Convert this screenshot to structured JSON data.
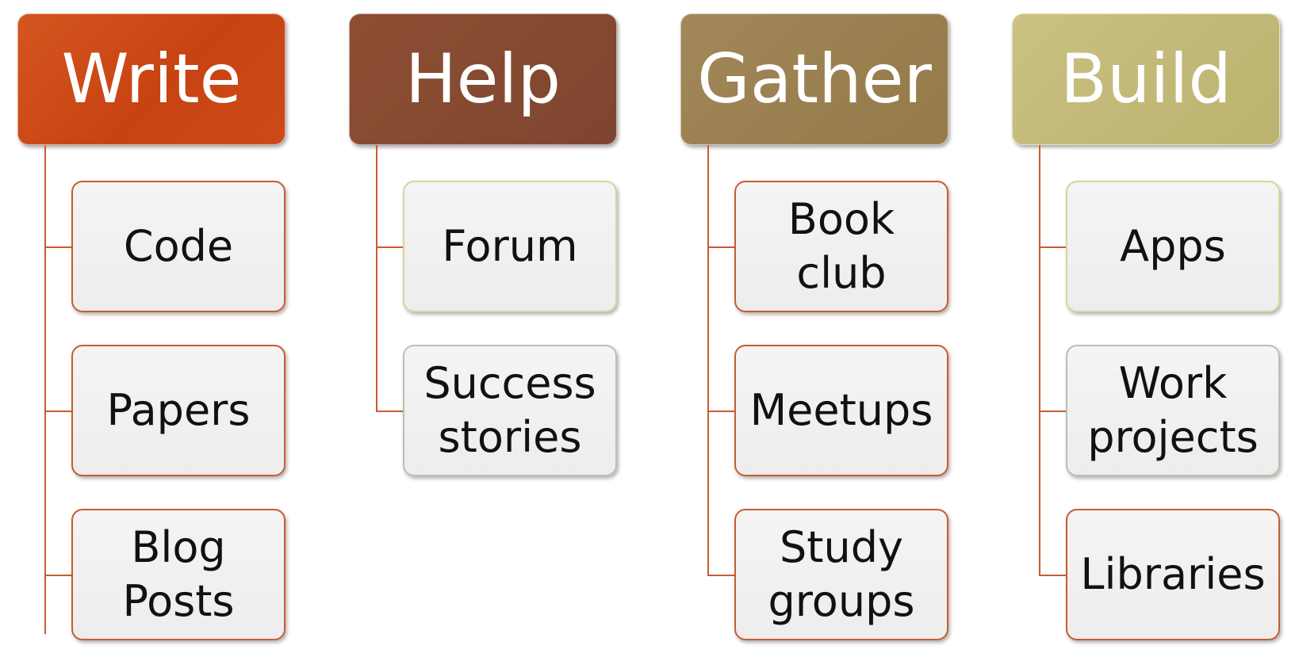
{
  "groups": [
    {
      "title": "Write",
      "items": [
        "Code",
        "Papers",
        "Blog\nPosts"
      ]
    },
    {
      "title": "Help",
      "items": [
        "Forum",
        "Success\nstories"
      ]
    },
    {
      "title": "Gather",
      "items": [
        "Book\nclub",
        "Meetups",
        "Study\ngroups"
      ]
    },
    {
      "title": "Build",
      "items": [
        "Apps",
        "Work\nprojects",
        "Libraries"
      ]
    }
  ],
  "colors": {
    "write_header": "#c84312",
    "help_header": "#844a30",
    "gather_header": "#9a8050",
    "build_header": "#c2b877",
    "connector": "#c95b33",
    "item_fill": "#efefef"
  }
}
